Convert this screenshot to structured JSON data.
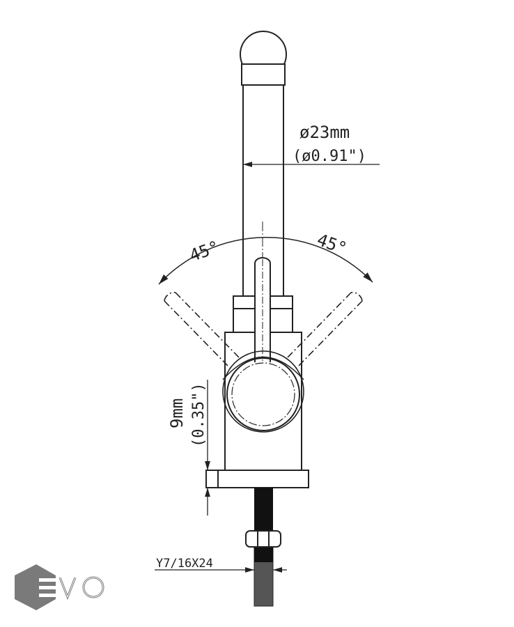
{
  "drawing": {
    "pipe_diameter_mm": "ø23mm",
    "pipe_diameter_in": "(ø0.91\")",
    "angle_left": "45°",
    "angle_right": "45°",
    "base_thickness_mm": "9mm",
    "base_thickness_in": "(0.35\")",
    "thread_spec": "Y7/16X24"
  },
  "logo": {
    "text": "EVO",
    "color": "#7a7a7a"
  }
}
